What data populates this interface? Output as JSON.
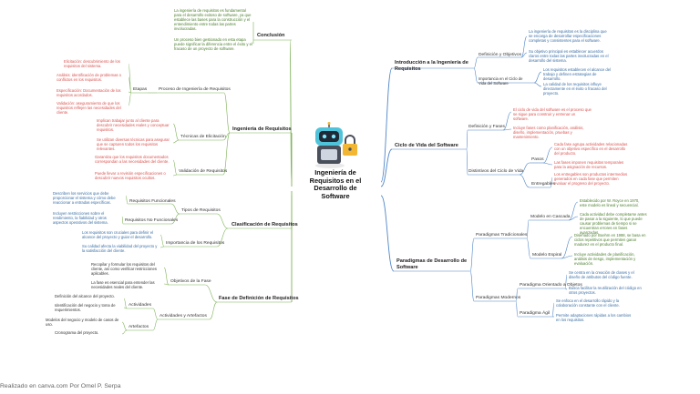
{
  "center": {
    "line1": "Ingeniería de",
    "line2": "Requisitos en el",
    "line3": "Desarrollo de",
    "line4": "Software"
  },
  "credit": "Realizado en canva.com Por Omel P. Serpa",
  "colors": {
    "left": "#7fb35a",
    "right": "#4f86c6",
    "center_branch": "#8c9aa8",
    "red": "#d9534f",
    "green_text": "#4a7f2c",
    "blue_text": "#3a6ea5",
    "orange": "#e3923a"
  },
  "icons": {
    "mascot": "robot-with-lock-icon"
  },
  "left": {
    "conclusion": {
      "label": "Conclusión",
      "texts": [
        "La ingeniería de requisitos es fundamental para el desarrollo exitoso de software, ya que establece las bases para la construcción y el entendimiento entre todas las partes involucradas.",
        "Un proceso bien gestionado en esta etapa puede significar la diferencia entre el éxito y el fracaso de un proyecto de software."
      ]
    },
    "ingenieria": {
      "label": "Ingeniería de Requisitos",
      "proceso": {
        "label": "Proceso de Ingeniería de Requisitos",
        "etapas_label": "Etapas",
        "etapas": [
          "Elicitación: descubrimiento de los requisitos del sistema.",
          "Análisis: identificación de problemas o conflictos en los requisitos.",
          "Especificación: Documentación de los requisitos acordados.",
          "Validación: aseguramiento de que los requisitos reflejen las necesidades del cliente."
        ]
      },
      "tecnicas": {
        "label": "Técnicas de Elicitación",
        "items": [
          "Implican trabajar junto al cliente para descubrir necesidades reales y conceptuar requisitos.",
          "Se utilizan diversas técnicas para asegurar que se capturen todos los requisitos relevantes."
        ]
      },
      "validacion": {
        "label": "Validación de Requisitos",
        "items": [
          "Garantiza que los requisitos documentados correspondan a las necesidades del cliente.",
          "Puede llevar a revisión especificaciones o descubrir nuevos requisitos ocultos."
        ]
      }
    },
    "clasificacion": {
      "label": "Clasificación de Requisitos",
      "tipos": {
        "label": "Tipos de Requisitos",
        "funcionales": {
          "label": "Requisitos Funcionales",
          "text": "Describen los servicios que debe proporcionar el sistema y cómo debe reaccionar a entradas específicas."
        },
        "no_funcionales": {
          "label": "Requisitos No Funcionales",
          "text": "Incluyen restricciones sobre el rendimiento, la fiabilidad y otros aspectos operativos del sistema."
        }
      },
      "importancia": {
        "label": "Importancia de los Requisitos",
        "items": [
          "Los requisitos son cruciales para definir el alcance del proyecto y guiar el desarrollo.",
          "Su calidad afecta la viabilidad del proyecto y la satisfacción del cliente."
        ]
      }
    },
    "fase": {
      "label": "Fase de Definición de Requisitos",
      "objetivos": {
        "label": "Objetivos de la Fase",
        "items": [
          "Recopilar y formular los requisitos del cliente, así como verificar restricciones aplicables.",
          "La fase es esencial para entender las necesidades reales del cliente."
        ]
      },
      "actividades": {
        "label": "Actividades y Artefactos",
        "act": {
          "label": "Actividades",
          "items": [
            "Definición del alcance del proyecto.",
            "Identificación del negocio y toma de requerimientos."
          ]
        },
        "art": {
          "label": "Artefactos",
          "items": [
            "Modelos del negocio y modelo de casos de uso.",
            "Cronograma del proyecto."
          ]
        }
      }
    }
  },
  "right": {
    "intro": {
      "label": "Introducción a la Ingeniería de Requisitos",
      "def": {
        "label": "Definición y Objetivos",
        "items": [
          "La ingeniería de requisitos es la disciplina que se encarga de desarrollar especificaciones completas y consistentes para el software.",
          "Su objetivo principal es establecer acuerdos claros entre todas las partes involucradas en el desarrollo del sistema."
        ]
      },
      "imp": {
        "label": "Importancia en el Ciclo de Vida del Software",
        "items": [
          "Los requisitos establecen el alcance del trabajo y definen estrategias de desarrollo.",
          "La calidad de los requisitos influye directamente en el éxito o fracaso del proyecto."
        ]
      }
    },
    "ciclo": {
      "label": "Ciclo de Vida del Software",
      "def": {
        "label": "Definición y Fases",
        "items": [
          "El ciclo de vida del software es el proceso que se sigue para construir y entrenar un software.",
          "Incluye fases como planificación, análisis, diseño, implementación, pruebas y mantenimiento."
        ]
      },
      "dist": {
        "label": "Distintivos del Ciclo de Vida",
        "pasos": {
          "label": "Pasos",
          "items": [
            "Cada fase agrupa actividades relacionadas con un objetivo específico en el desarrollo del producto.",
            "Las fases imponen requisitos temporales para la asignación de recursos."
          ]
        },
        "entregables": {
          "label": "Entregables",
          "text": "Los entregables son productos intermedios generados en cada fase que permiten evaluar el progreso del proyecto."
        }
      }
    },
    "paradigmas": {
      "label": "Paradigmas de Desarrollo de Software",
      "trad": {
        "label": "Paradigmas Tradicionales",
        "cascada": {
          "label": "Modelo en Cascada",
          "items": [
            "Establecido por W. Royce en 1970, este modelo es lineal y secuencial.",
            "Cada actividad debe completarse antes de pasar a la siguiente, lo que puede causar problemas de tiempo si se encuentran errores en fases avanzadas."
          ]
        },
        "espiral": {
          "label": "Modelo Espiral",
          "items": [
            "Diseñado por Boehm en 1988, se basa en ciclos repetitivos que permiten ganar madurez en el producto final.",
            "Incluye actividades de planificación, análisis de riesgo, implementación y evaluación."
          ]
        }
      },
      "mod": {
        "label": "Paradigmas Modernos",
        "poo": {
          "label": "Paradigma Orientado a Objetos",
          "items": [
            "Se centra en la creación de clases y el diseño de atributos del código fuente.",
            "Busca facilitar la reutilización del código en otros proyectos."
          ]
        },
        "agil": {
          "label": "Paradigma Ágil",
          "items": [
            "Se enfoca en el desarrollo rápido y la colaboración constante con el cliente.",
            "Permite adaptaciones rápidas a los cambios en los requisitos."
          ]
        }
      }
    }
  }
}
